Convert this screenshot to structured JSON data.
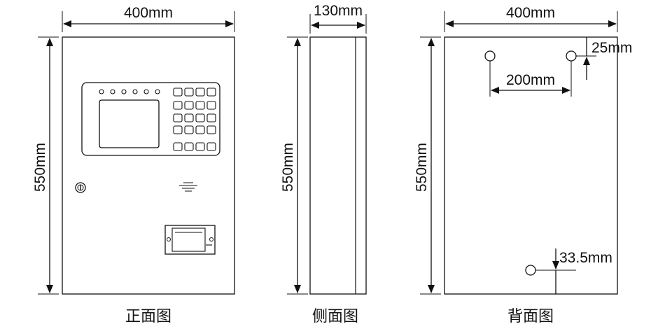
{
  "front": {
    "caption": "正面图",
    "width_label": "400mm",
    "height_label": "550mm"
  },
  "side": {
    "caption": "侧面图",
    "width_label": "130mm",
    "height_label": "550mm"
  },
  "back": {
    "caption": "背面图",
    "width_label": "400mm",
    "height_label": "550mm",
    "hole_spacing_label": "200mm",
    "top_offset_label": "25mm",
    "bottom_offset_label": "33.5mm"
  },
  "colors": {
    "line": "#111111",
    "panel": "#ffffff",
    "background": "#ffffff"
  }
}
